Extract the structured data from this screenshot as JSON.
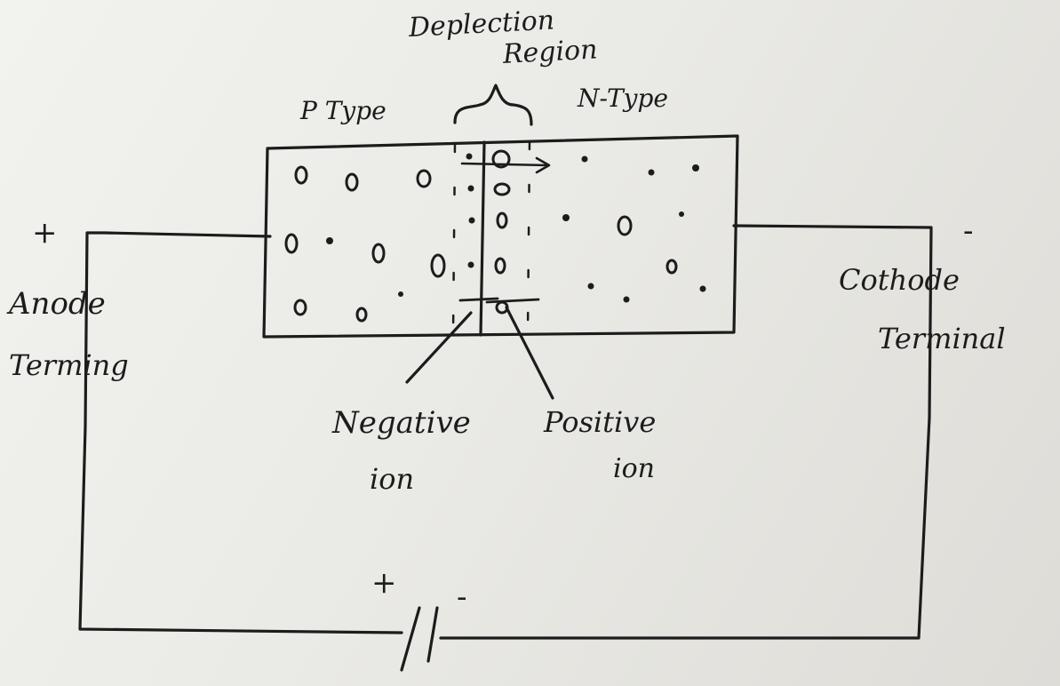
{
  "labels": {
    "depletion": "Deplection",
    "region": "Region",
    "p_type": "P Type",
    "n_type": "N-Type",
    "anode_plus": "+",
    "anode_line1": "Anode",
    "anode_line2": "Terming",
    "cathode_minus": "-",
    "cathode_line1": "Cothode",
    "cathode_line2": "Terminal",
    "negative_ion_line1": "Negative",
    "negative_ion_line2": "ion",
    "positive_ion_line1": "Positive",
    "positive_ion_line2": "ion",
    "battery_plus": "+",
    "battery_minus": "-"
  },
  "colors": {
    "ink": "#1c1c1c",
    "paper": "#efefec"
  }
}
